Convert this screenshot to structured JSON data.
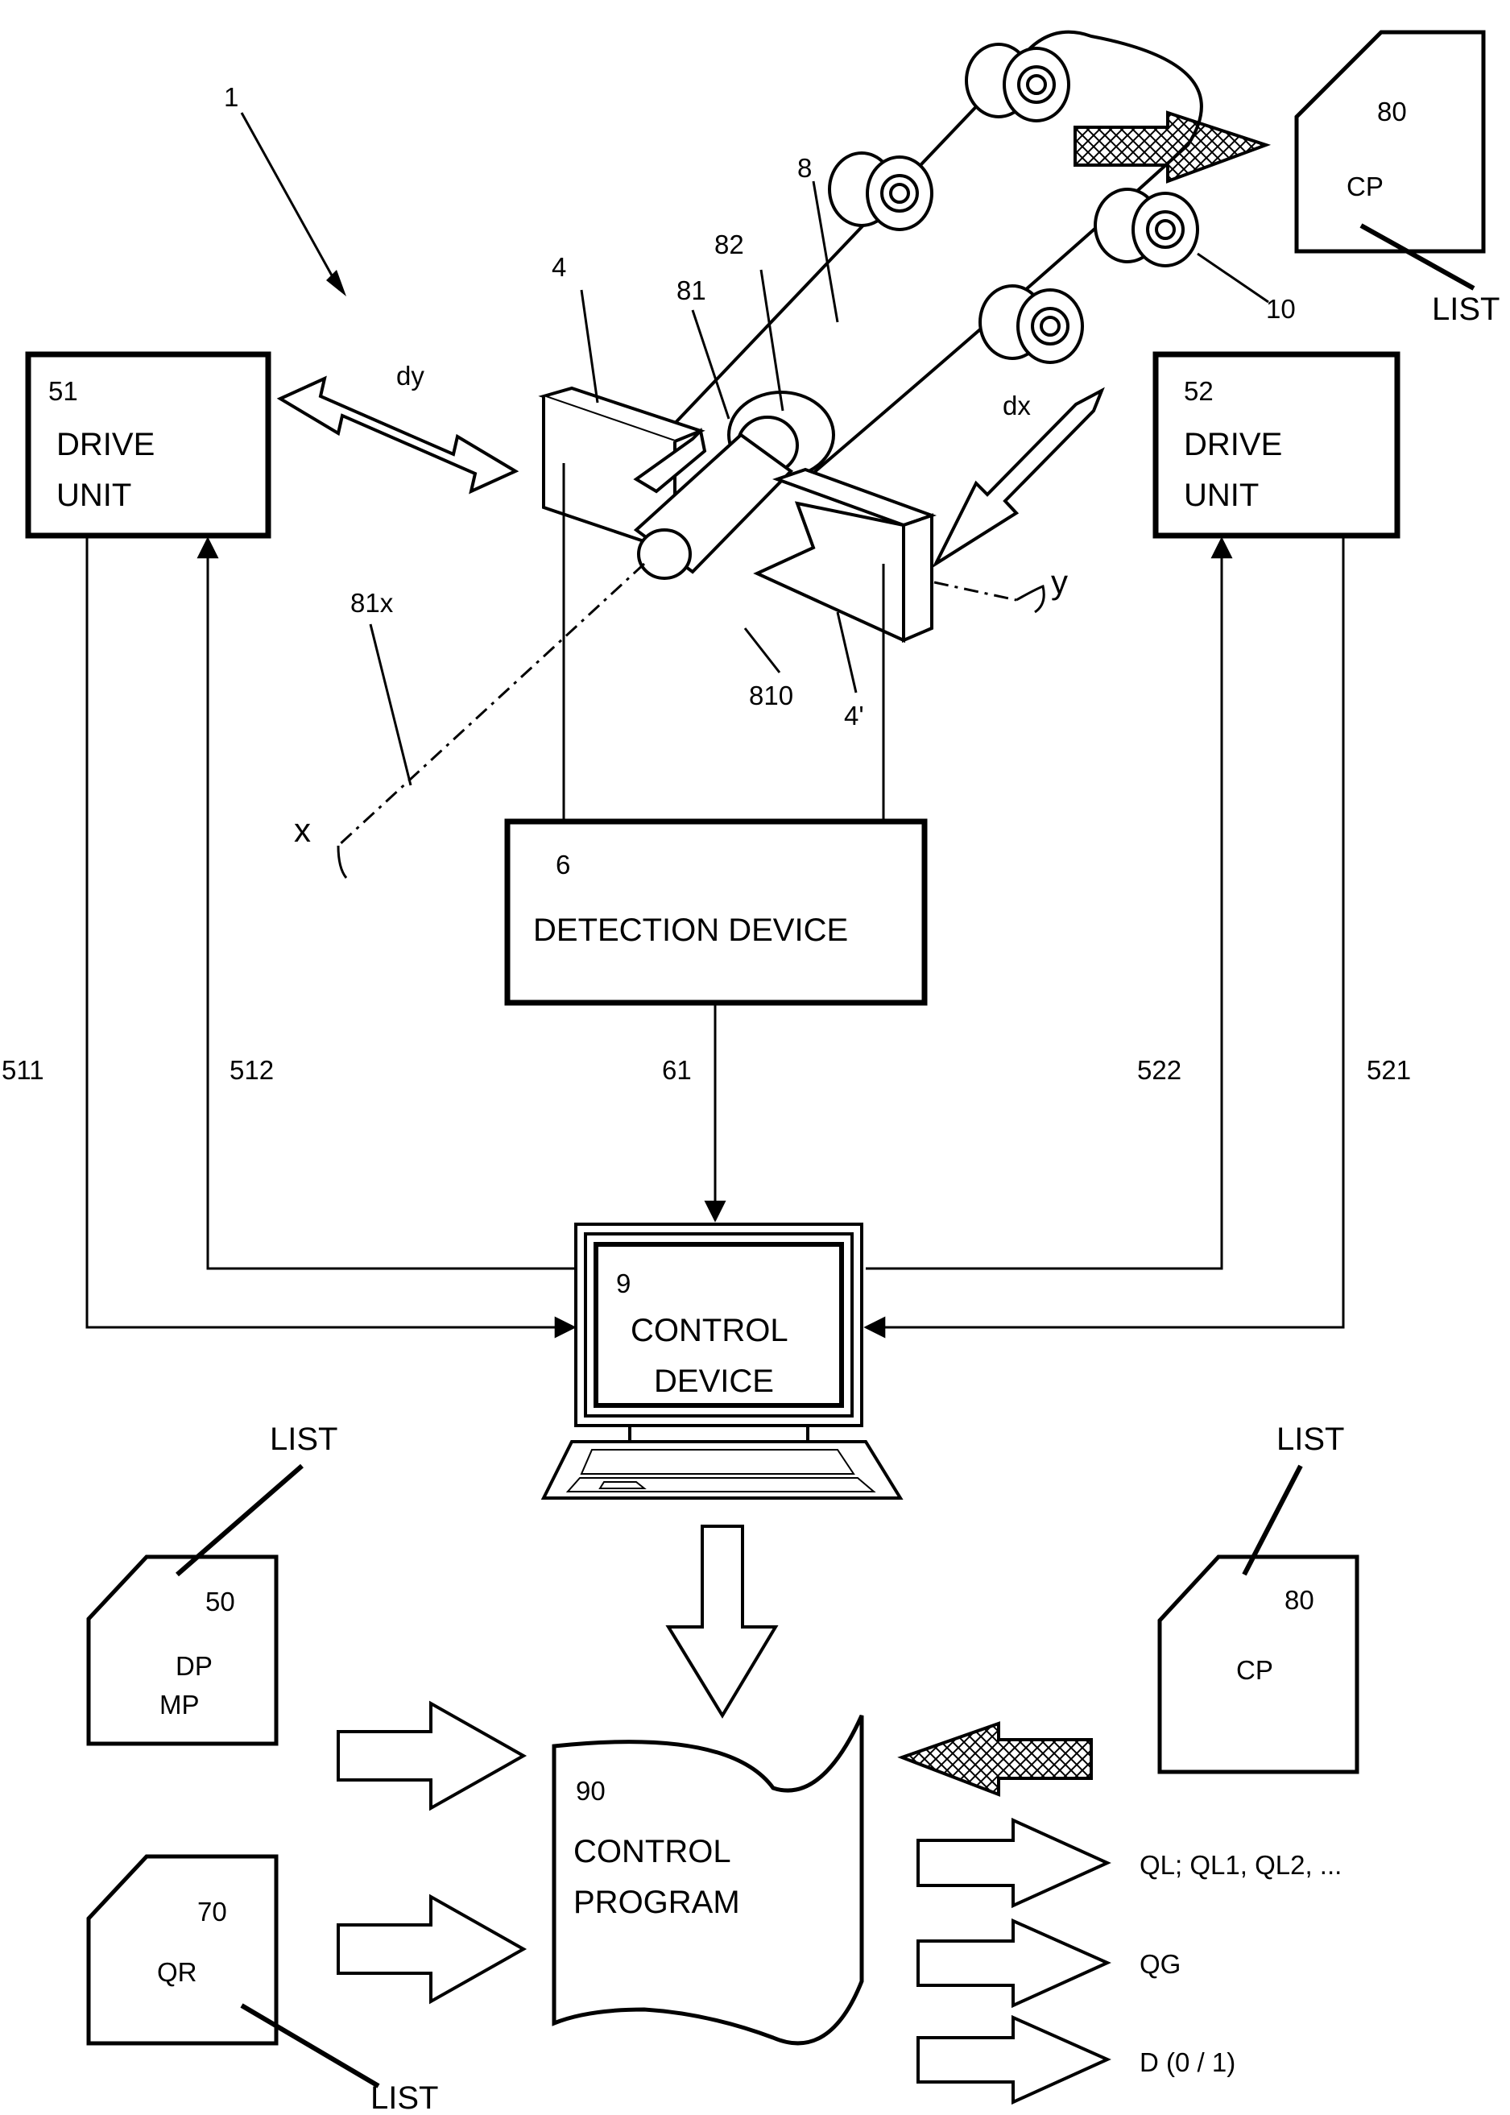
{
  "figure": {
    "ref_system": "1",
    "ref_belt": "8",
    "ref_roller_seat": "82",
    "ref_roller": "81",
    "ref_roller_body": "810",
    "ref_axis": "81x",
    "ref_sensor_left": "4",
    "ref_sensor_right": "4'",
    "ref_rollers": "10",
    "dir_dy": "dy",
    "dir_dx": "dx",
    "axis_x": "x",
    "axis_y": "y"
  },
  "drive_unit_left": {
    "ref": "51",
    "line1": "DRIVE",
    "line2": "UNIT"
  },
  "drive_unit_right": {
    "ref": "52",
    "line1": "DRIVE",
    "line2": "UNIT"
  },
  "detection_device": {
    "ref": "6",
    "label": "DETECTION DEVICE"
  },
  "control_device": {
    "ref": "9",
    "line1": "CONTROL",
    "line2": "DEVICE"
  },
  "connections": {
    "c511": "511",
    "c512": "512",
    "c61": "61",
    "c522": "522",
    "c521": "521"
  },
  "top_card": {
    "ref": "80",
    "text": "CP",
    "tag": "LIST"
  },
  "card_dp": {
    "ref": "50",
    "line1": "DP",
    "line2": "MP",
    "tag": "LIST"
  },
  "card_qr": {
    "ref": "70",
    "text": "QR",
    "tag": "LIST"
  },
  "card_cp": {
    "ref": "80",
    "text": "CP",
    "tag": "LIST"
  },
  "control_program": {
    "ref": "90",
    "line1": "CONTROL",
    "line2": "PROGRAM"
  },
  "outputs": [
    "QL; QL1, QL2, ...",
    "QG",
    "D (0 / 1)"
  ]
}
